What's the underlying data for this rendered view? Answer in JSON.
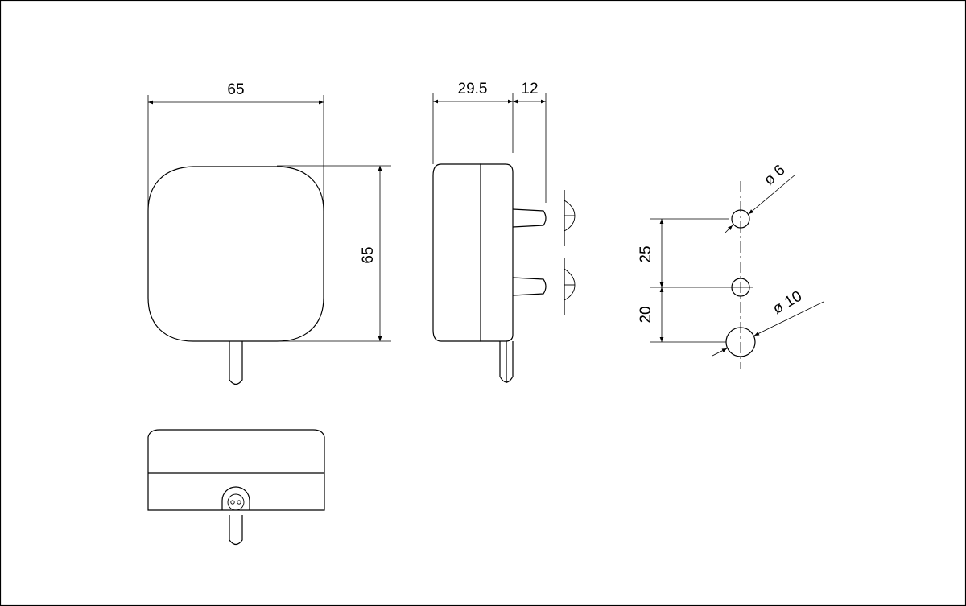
{
  "dimensions": {
    "front_width": "65",
    "front_height": "65",
    "side_depth": "29.5",
    "side_stud_length": "12",
    "hole_small_diameter": "ø 6",
    "hole_large_diameter": "ø 10",
    "hole_spacing_upper": "25",
    "hole_spacing_lower": "20"
  },
  "style": {
    "line_color": "#000000",
    "background": "#ffffff"
  }
}
